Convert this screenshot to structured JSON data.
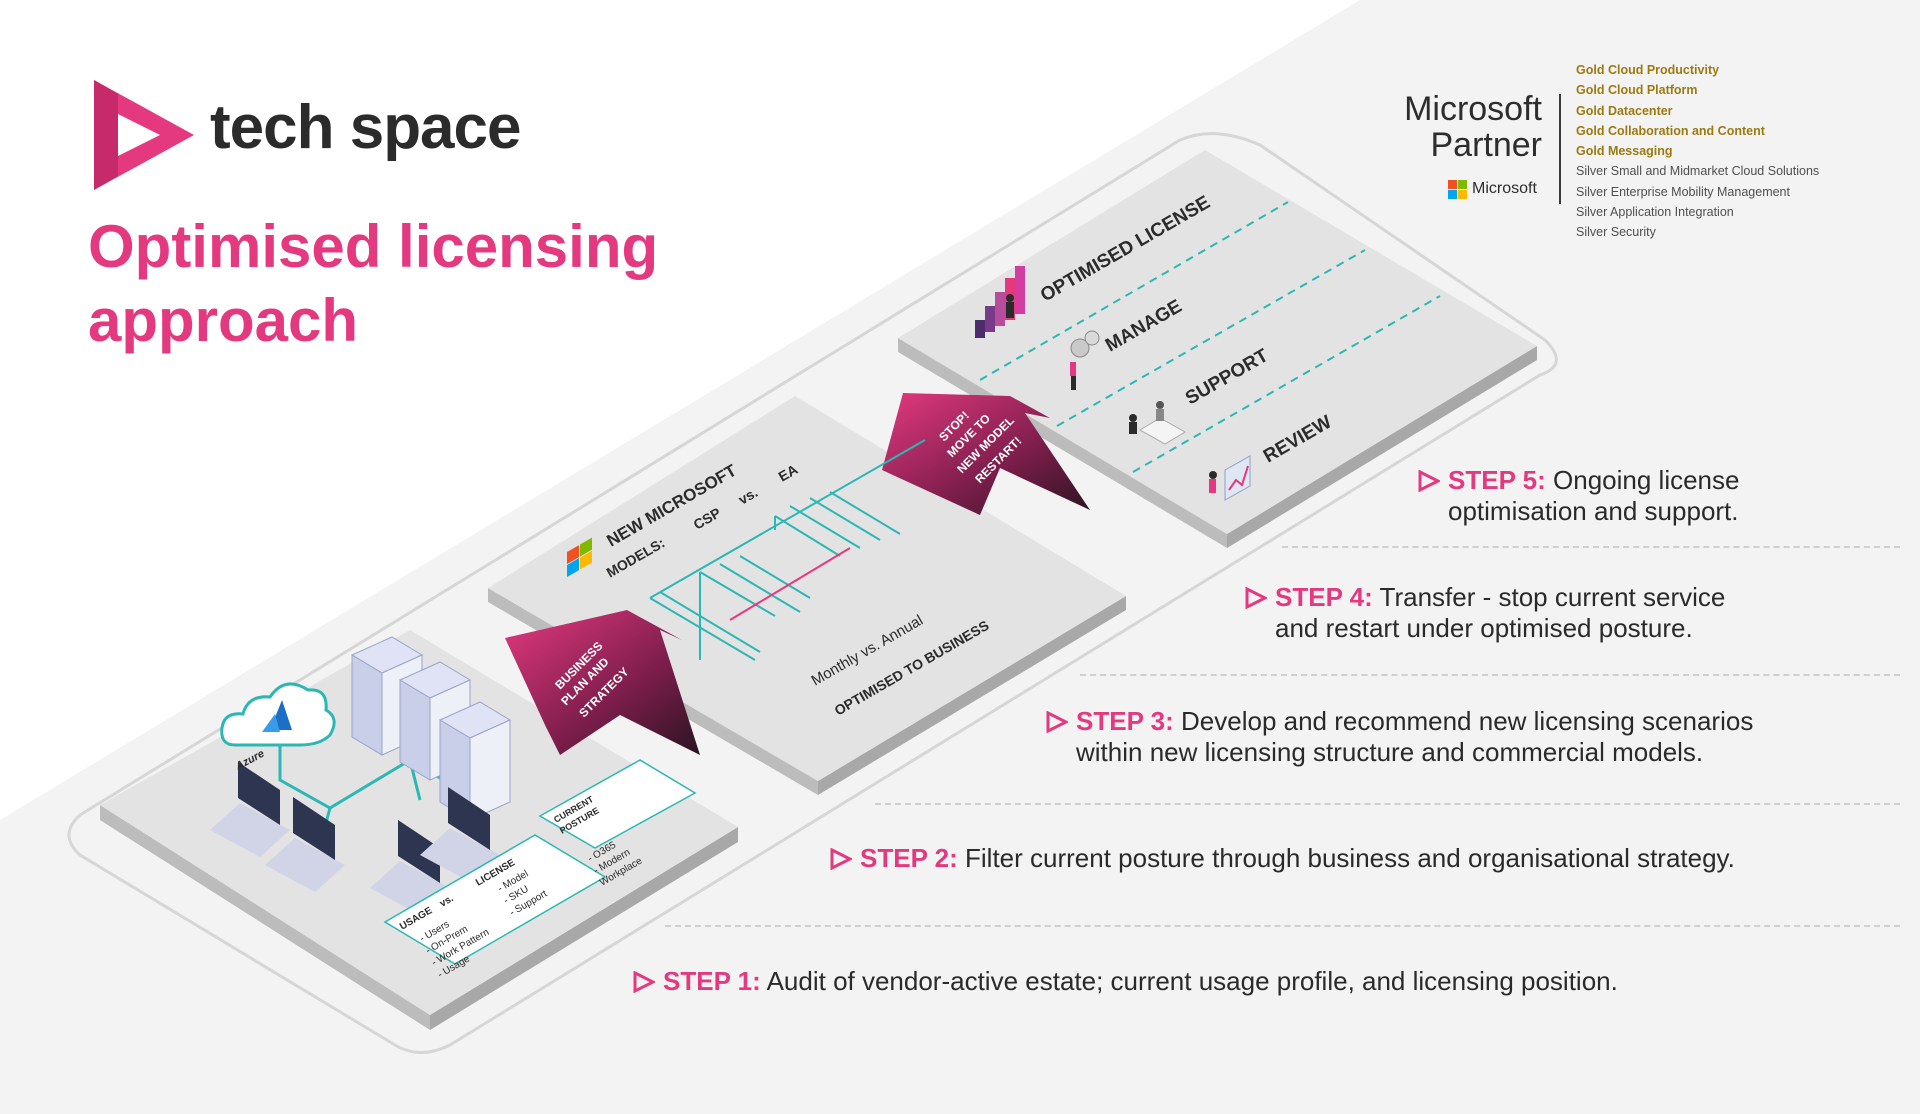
{
  "brand": {
    "name": "tech space"
  },
  "title": {
    "line1": "Optimised licensing",
    "line2": "approach"
  },
  "partner": {
    "word1": "Microsoft",
    "word2": "Partner",
    "badge": "Microsoft",
    "competencies": [
      "Gold Cloud Productivity",
      "Gold Cloud Platform",
      "Gold Datacenter",
      "Gold Collaboration and Content",
      "Gold Messaging",
      "Silver Small and Midmarket Cloud Solutions",
      "Silver Enterprise Mobility Management",
      "Silver Application Integration",
      "Silver Security"
    ]
  },
  "steps": [
    {
      "label": "STEP 5:",
      "line1": "Ongoing license",
      "line2": "optimisation and support."
    },
    {
      "label": "STEP 4:",
      "line1": "Transfer - stop current service",
      "line2": "and restart under optimised posture."
    },
    {
      "label": "STEP 3:",
      "line1": "Develop and recommend new licensing scenarios",
      "line2": "within new licensing structure and commercial models."
    },
    {
      "label": "STEP 2:",
      "line1": "Filter current posture through business and organisational strategy.",
      "line2": ""
    },
    {
      "label": "STEP 1:",
      "line1": "Audit of vendor-active estate; current usage profile, and licensing position.",
      "line2": ""
    }
  ],
  "diagram": {
    "panel1": {
      "azure": "Azure",
      "usage_title": "USAGE",
      "vs": "vs.",
      "license_title": "LICENSE",
      "usage_items": [
        "- Users",
        "- On-Prem",
        "- Work Pattern",
        "- Usage"
      ],
      "license_items": [
        "- Model",
        "- SKU",
        "- Support"
      ],
      "posture_title_1": "CURRENT",
      "posture_title_2": "POSTURE",
      "posture_items": [
        "- O365",
        "- Modern",
        "  Workplace"
      ]
    },
    "arrow1": [
      "BUSINESS",
      "PLAN AND",
      "STRATEGY"
    ],
    "panel2": {
      "line1": "NEW MICROSOFT",
      "line2a": "MODELS:",
      "line2b": "CSP",
      "line2c": "vs.",
      "line2d": "EA",
      "monthly": "Monthly vs. Annual",
      "optimised": "OPTIMISED TO BUSINESS"
    },
    "arrow2": [
      "STOP!",
      "MOVE TO",
      "NEW MODEL",
      "RESTART!"
    ],
    "panel3": {
      "items": [
        "OPTIMISED LICENSE",
        "MANAGE",
        "SUPPORT",
        "REVIEW"
      ]
    }
  },
  "colors": {
    "accent": "#e4397f",
    "teal": "#2bb7b3",
    "gold": "#9c7a10",
    "panel": "#e5e4e4"
  }
}
